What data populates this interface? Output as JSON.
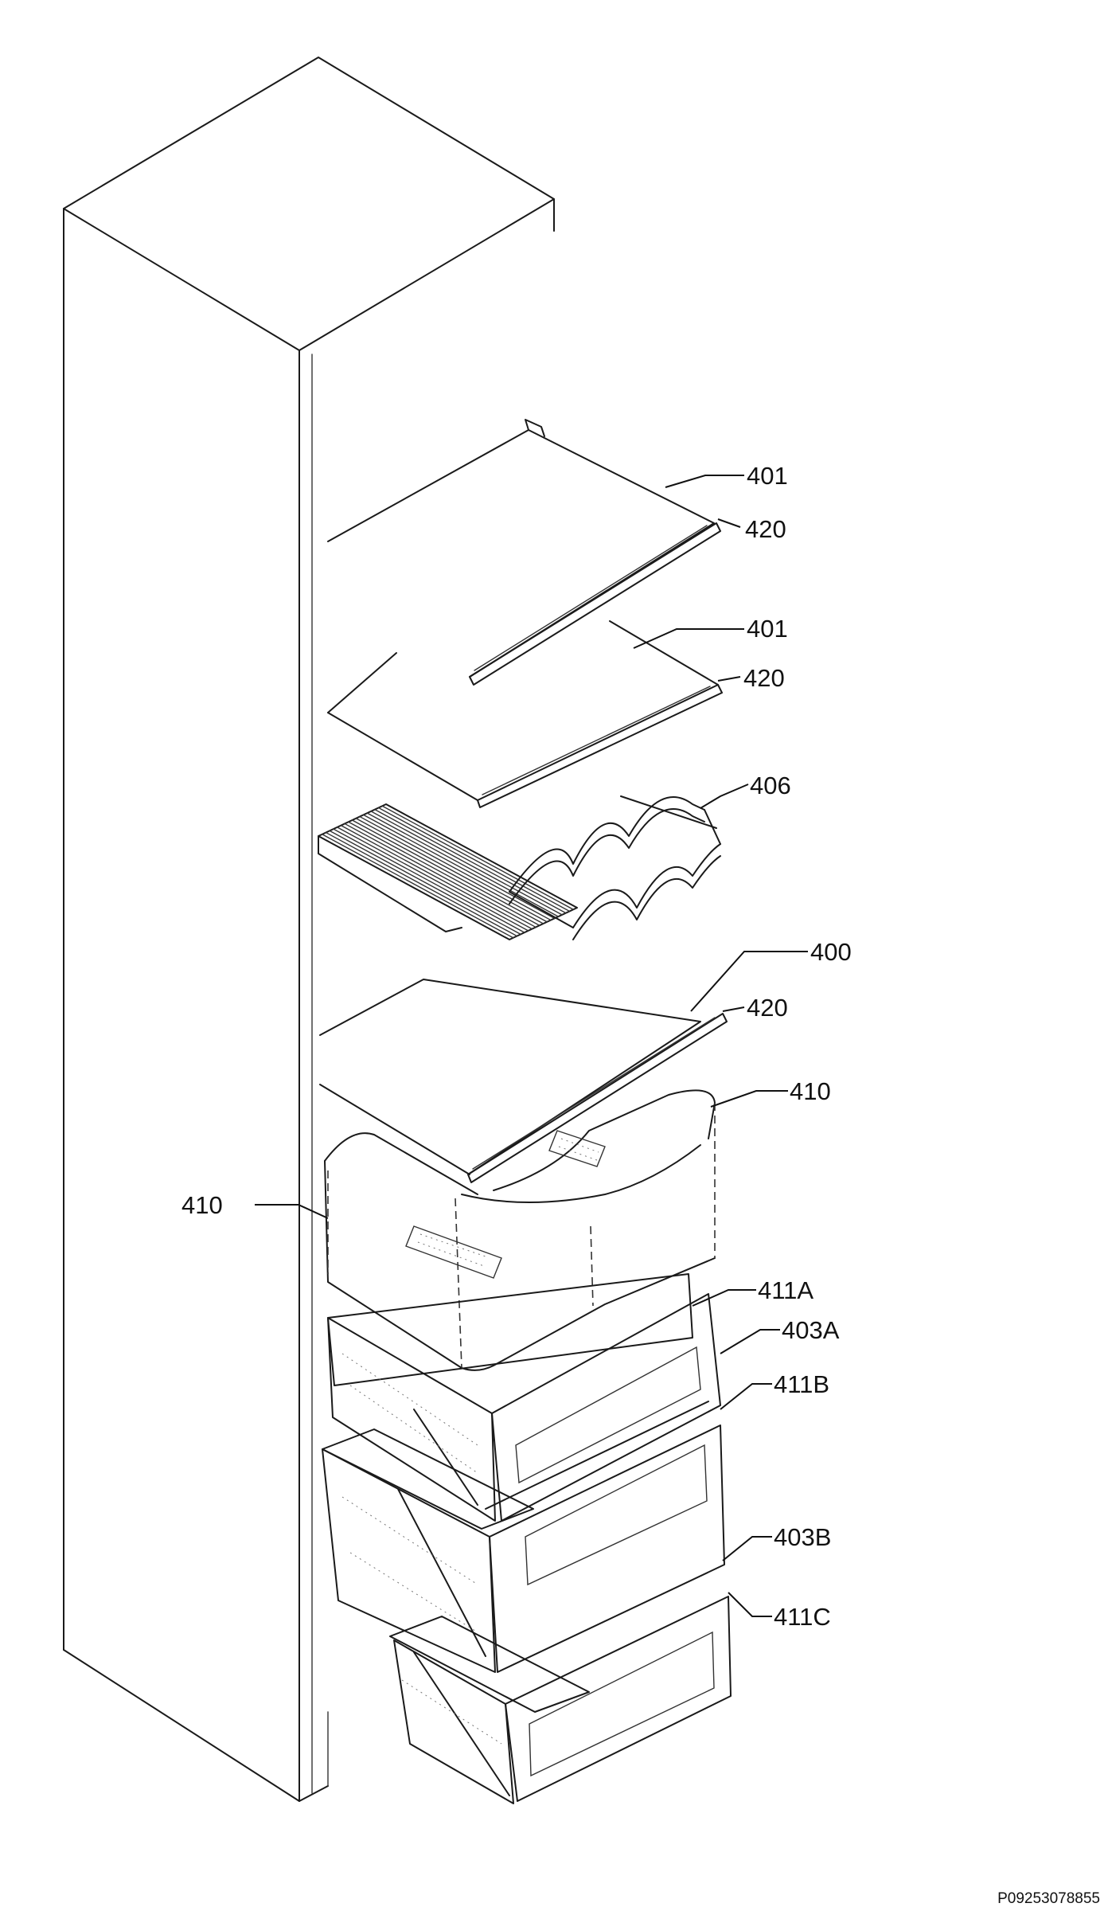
{
  "callouts": [
    {
      "id": "c1",
      "label": "401"
    },
    {
      "id": "c2",
      "label": "420"
    },
    {
      "id": "c3",
      "label": "401"
    },
    {
      "id": "c4",
      "label": "420"
    },
    {
      "id": "c5",
      "label": "406"
    },
    {
      "id": "c6",
      "label": "400"
    },
    {
      "id": "c7",
      "label": "420"
    },
    {
      "id": "c8",
      "label": "410"
    },
    {
      "id": "c9",
      "label": "410"
    },
    {
      "id": "c10",
      "label": "411A"
    },
    {
      "id": "c11",
      "label": "403A"
    },
    {
      "id": "c12",
      "label": "411B"
    },
    {
      "id": "c13",
      "label": "403B"
    },
    {
      "id": "c14",
      "label": "411C"
    }
  ],
  "drawing_code": "P09253078855"
}
